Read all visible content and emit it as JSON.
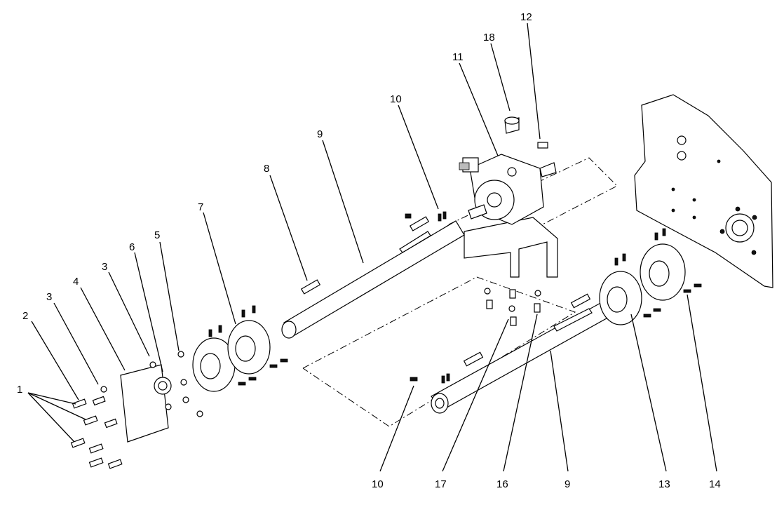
{
  "diagram": {
    "callouts": [
      {
        "id": "c1",
        "text": "1"
      },
      {
        "id": "c2",
        "text": "2"
      },
      {
        "id": "c3a",
        "text": "3"
      },
      {
        "id": "c4",
        "text": "4"
      },
      {
        "id": "c3b",
        "text": "3"
      },
      {
        "id": "c6",
        "text": "6"
      },
      {
        "id": "c5",
        "text": "5"
      },
      {
        "id": "c7",
        "text": "7"
      },
      {
        "id": "c8",
        "text": "8"
      },
      {
        "id": "c9a",
        "text": "9"
      },
      {
        "id": "c10a",
        "text": "10"
      },
      {
        "id": "c11",
        "text": "11"
      },
      {
        "id": "c18",
        "text": "18"
      },
      {
        "id": "c12",
        "text": "12"
      },
      {
        "id": "c10b",
        "text": "10"
      },
      {
        "id": "c17",
        "text": "17"
      },
      {
        "id": "c16",
        "text": "16"
      },
      {
        "id": "c9b",
        "text": "9"
      },
      {
        "id": "c13",
        "text": "13"
      },
      {
        "id": "c14",
        "text": "14"
      }
    ]
  }
}
